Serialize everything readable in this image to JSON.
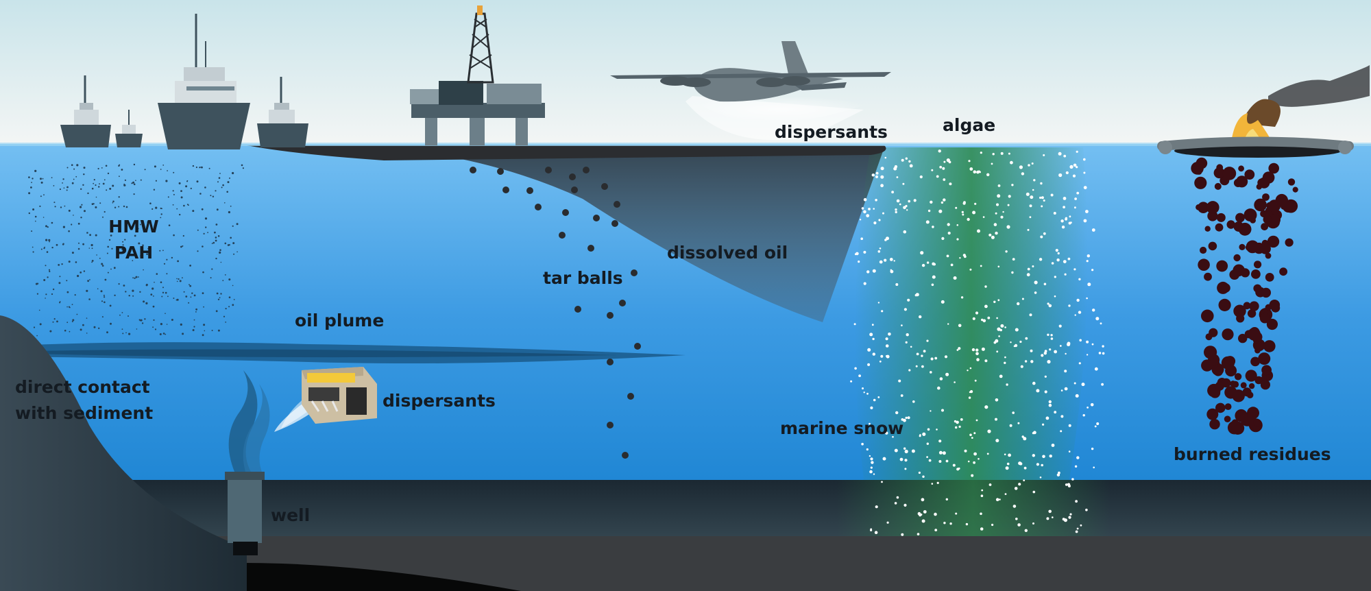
{
  "colors": {
    "sky_top": "#c9e4ea",
    "sky_bottom": "#f4f6f5",
    "water_top": "#74bff2",
    "water_bottom": "#1f86d4",
    "seabed_band": "#1d2b36",
    "seafloor": "#3a3d40",
    "oil_slick": "#2b2d30",
    "algae_green": "#2f8a4a",
    "burned_residue": "#3a0d12",
    "label_text": "#141b22"
  },
  "icons": [
    "boat-icon",
    "oil-rig-icon",
    "airplane-icon",
    "fire-boom-icon",
    "rov-icon",
    "wellhead-icon"
  ],
  "labels": {
    "dispersants_air": "dispersants",
    "algae": "algae",
    "hmw_pah_line1": "HMW",
    "hmw_pah_line2": "PAH",
    "tar_balls": "tar balls",
    "dissolved_oil": "dissolved oil",
    "oil_plume": "oil plume",
    "sediment_line1": "direct contact",
    "sediment_line2": "with sediment",
    "dispersants_subsea": "dispersants",
    "marine_snow": "marine snow",
    "burned_residues": "burned residues",
    "well": "well"
  }
}
